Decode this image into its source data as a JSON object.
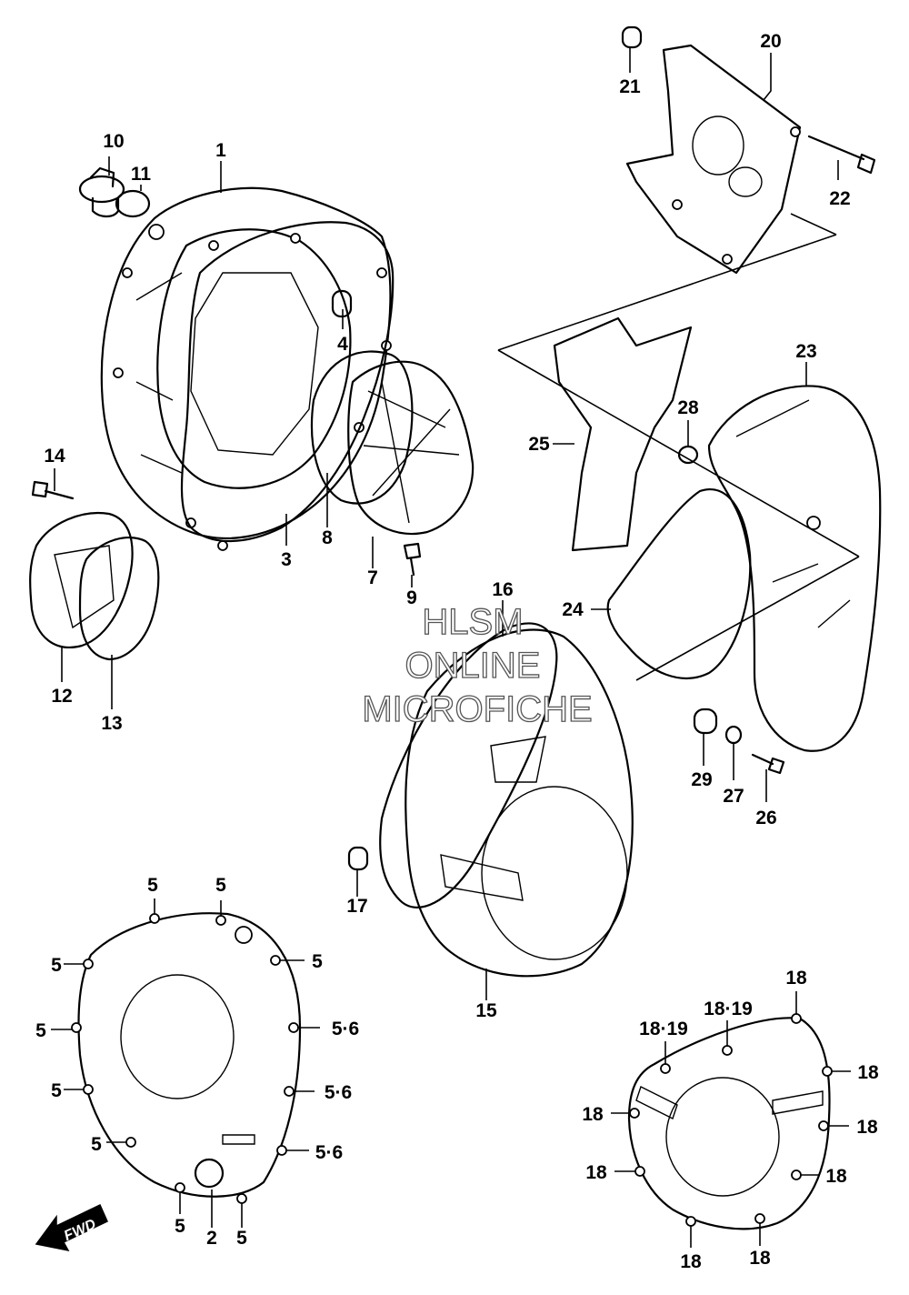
{
  "watermark": {
    "line1": "HLSM",
    "line2": "ONLINE",
    "line3": "MICROFICHE"
  },
  "direction_label": "FWD",
  "callouts": {
    "c1": "1",
    "c2": "2",
    "c3": "3",
    "c4": "4",
    "c5a": "5",
    "c5b": "5",
    "c5c": "5",
    "c5d": "5",
    "c5e": "5",
    "c5f": "5",
    "c5g": "5",
    "c5h": "5",
    "c5i": "5",
    "c56a": "5·6",
    "c56b": "5·6",
    "c56c": "5·6",
    "c7": "7",
    "c8": "8",
    "c9": "9",
    "c10": "10",
    "c11": "11",
    "c12": "12",
    "c13": "13",
    "c14": "14",
    "c15": "15",
    "c16": "16",
    "c17": "17",
    "c18a": "18",
    "c18b": "18",
    "c18c": "18",
    "c18d": "18",
    "c18e": "18",
    "c18f": "18",
    "c18g": "18",
    "c18h": "18",
    "c1819a": "18·19",
    "c1819b": "18·19",
    "c20": "20",
    "c21": "21",
    "c22": "22",
    "c23": "23",
    "c24": "24",
    "c25": "25",
    "c26": "26",
    "c27": "27",
    "c28": "28",
    "c29": "29"
  }
}
